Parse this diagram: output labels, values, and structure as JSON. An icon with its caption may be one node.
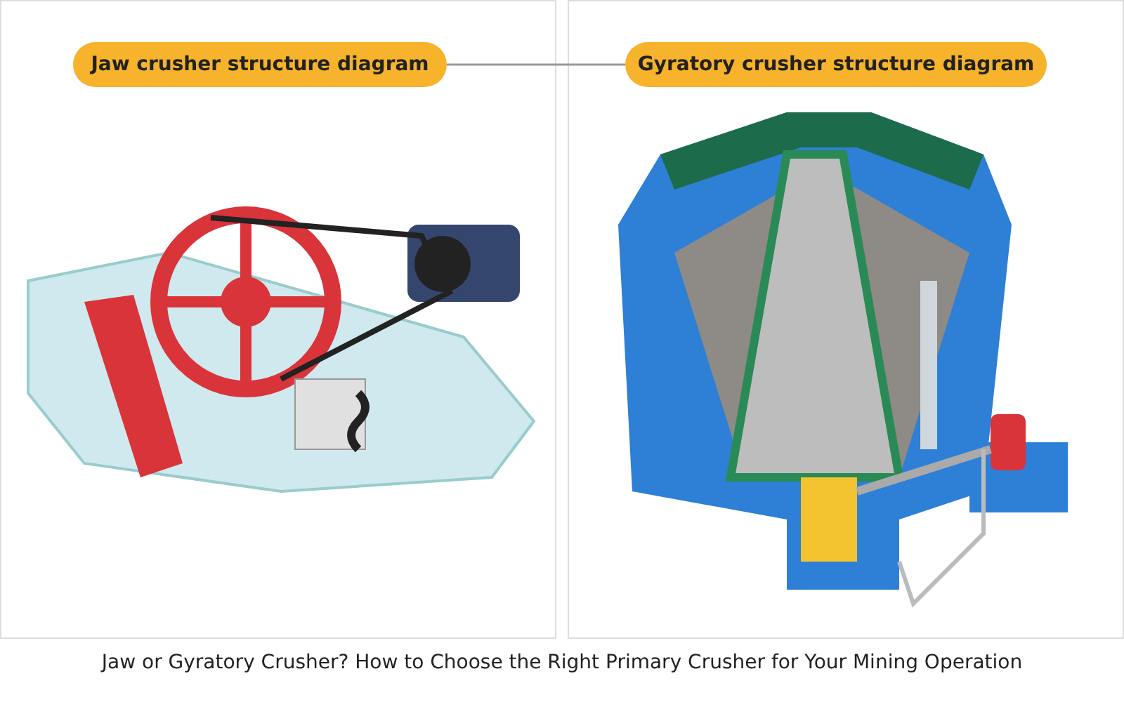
{
  "diagram": {
    "caption": "Jaw or Gyratory Crusher? How to Choose the Right Primary Crusher for Your Mining Operation",
    "nodes": [
      {
        "text": [
          "Jaw crusher structure diagram"
        ]
      },
      {
        "text": [
          "Gyratory crusher structure diagram"
        ]
      }
    ],
    "edges": [
      {
        "from": 0,
        "to": 1,
        "arrow": "none"
      }
    ]
  }
}
